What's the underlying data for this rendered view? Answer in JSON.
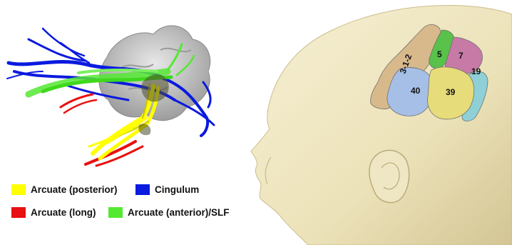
{
  "legend": [
    {
      "label": "Arcuate (posterior)",
      "color": "#ffff00"
    },
    {
      "label": "Cingulum",
      "color": "#0a1adf"
    },
    {
      "label": "Arcuate (long)",
      "color": "#e81010"
    },
    {
      "label": "Arcuate (anterior)/SLF",
      "color": "#55e832"
    }
  ],
  "regions": [
    {
      "label": "3-1-2",
      "color": "#d8b98c"
    },
    {
      "label": "5",
      "color": "#58c24a"
    },
    {
      "label": "7",
      "color": "#c77aa6"
    },
    {
      "label": "19",
      "color": "#8fd0d6"
    },
    {
      "label": "40",
      "color": "#a6bfe6"
    },
    {
      "label": "39",
      "color": "#e6dc7a"
    }
  ],
  "colors": {
    "skin": "#ede4bf",
    "skin_shadow": "#cdbf8e",
    "brain_gray": "#c9c9c9"
  }
}
